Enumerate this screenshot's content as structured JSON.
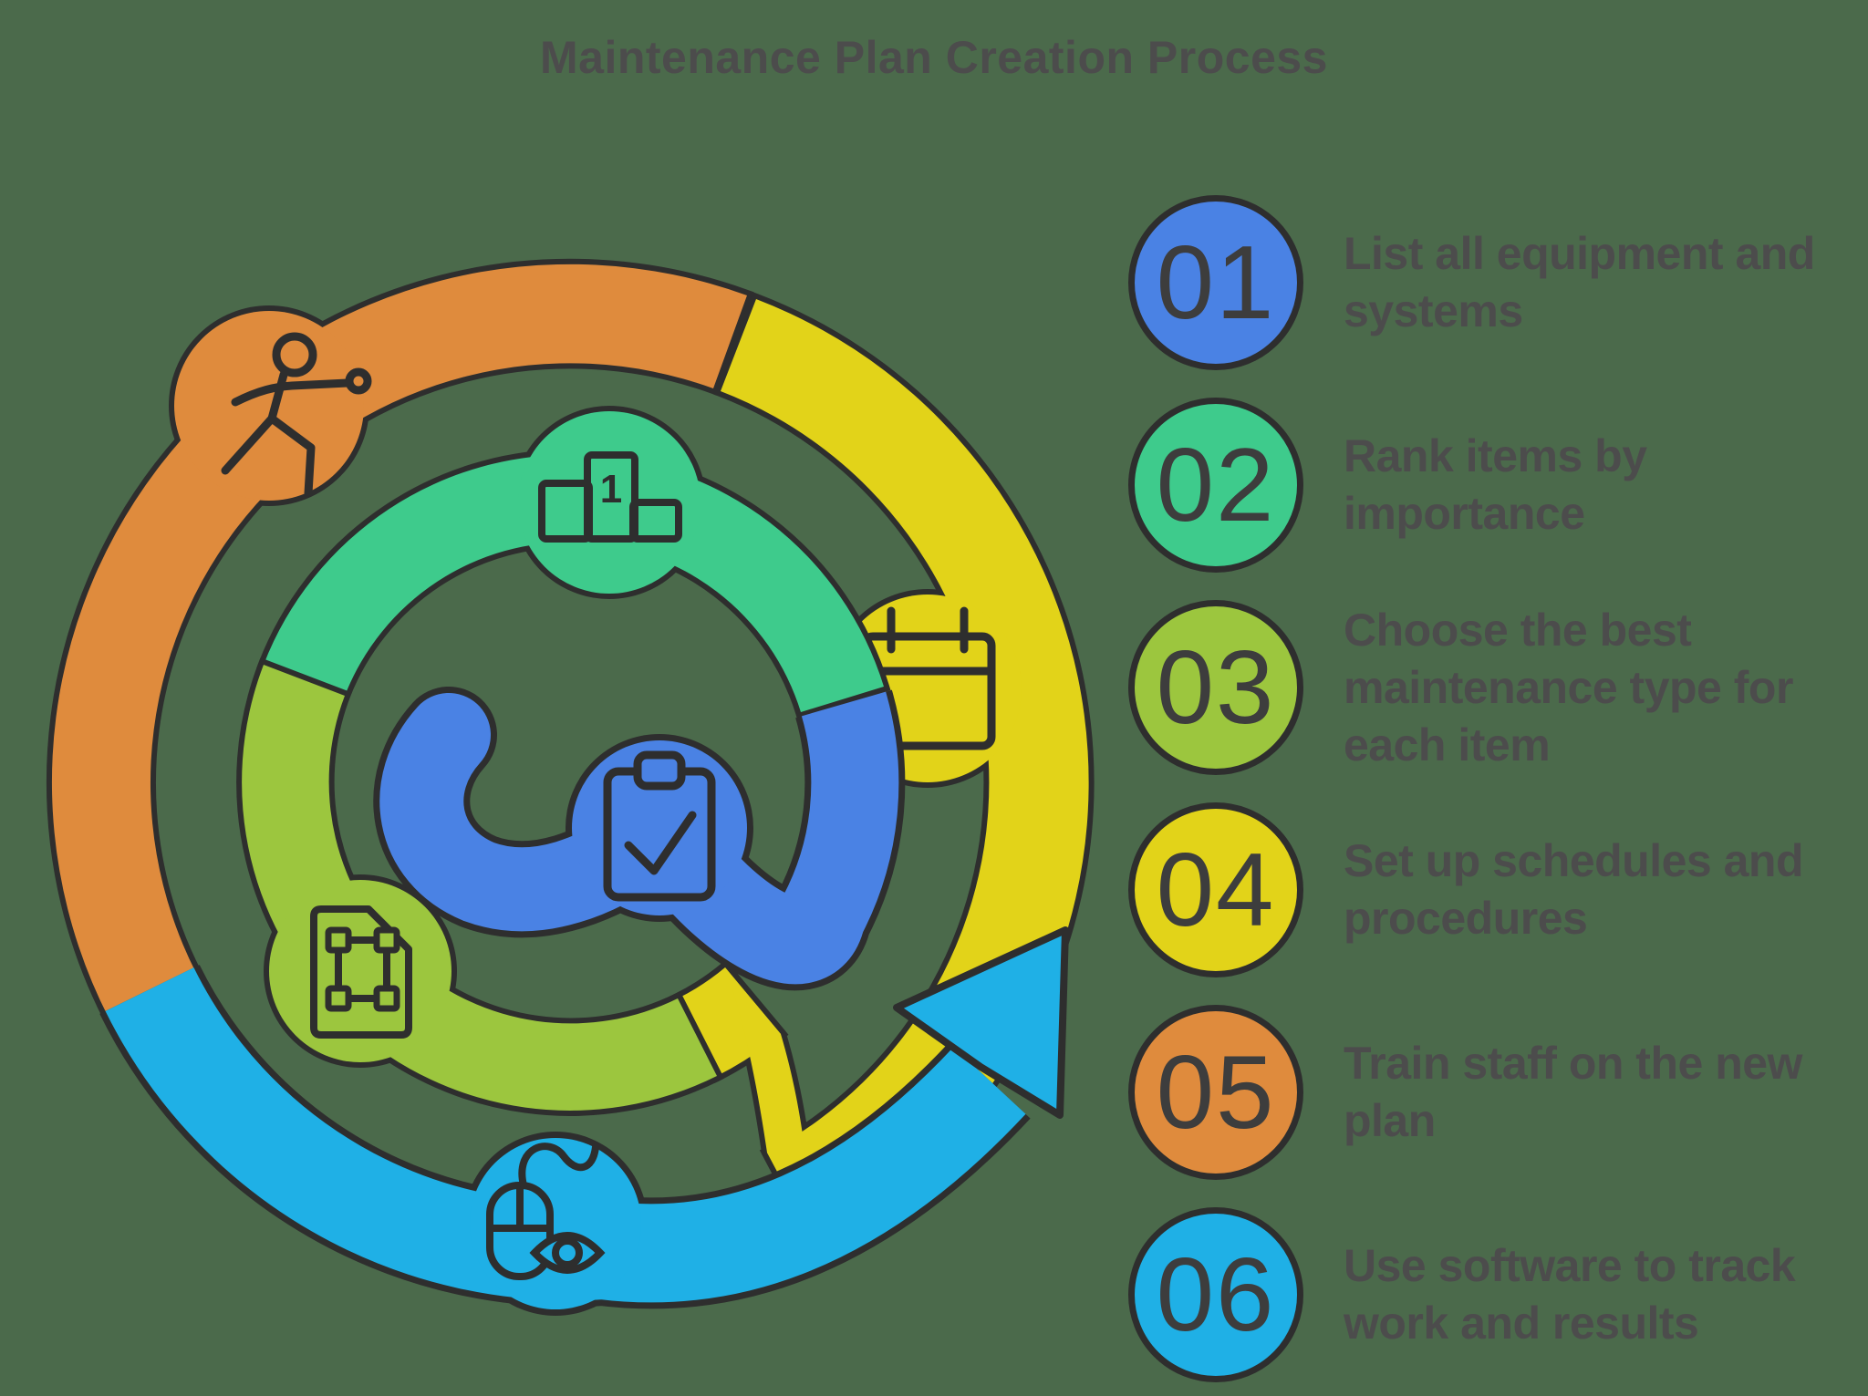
{
  "title": "Maintenance Plan Creation Process",
  "palette": {
    "bg": "#4b6a4b",
    "outline": "#2e2e2e",
    "text": "#4c4c4c",
    "num": "#3d3d3d",
    "blue": "#4a82e4",
    "green": "#3ecb8c",
    "olive": "#9cc63e",
    "yellow": "#e2d319",
    "orange": "#df8b3d",
    "cyan": "#1fb0e6"
  },
  "diagram": {
    "podium_rank_label": "1",
    "flow_icons": {
      "step1": "clipboard-check",
      "step2": "podium-first-place",
      "step3": "plan-document",
      "step4": "calendar",
      "step5": "person-training",
      "step6": "mouse-eye-tracking"
    }
  },
  "steps": [
    {
      "number": "01",
      "label": "List all equipment and systems",
      "color": "#4a82e4"
    },
    {
      "number": "02",
      "label": "Rank items by importance",
      "color": "#3ecb8c"
    },
    {
      "number": "03",
      "label": "Choose the best maintenance type for each item",
      "color": "#9cc63e"
    },
    {
      "number": "04",
      "label": "Set up schedules and procedures",
      "color": "#e2d319"
    },
    {
      "number": "05",
      "label": "Train staff on the new plan",
      "color": "#df8b3d"
    },
    {
      "number": "06",
      "label": "Use software to track work and results",
      "color": "#1fb0e6"
    }
  ]
}
